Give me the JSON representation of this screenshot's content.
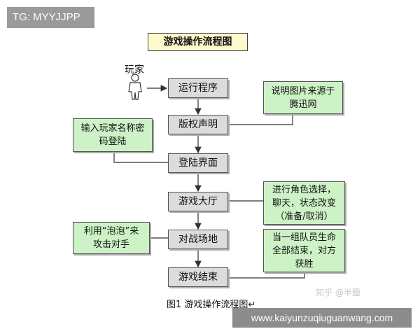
{
  "watermark_tg": "TG: MYYJJPP",
  "title": "游戏操作流程图",
  "player_label": "玩家",
  "flow_steps": [
    "运行程序",
    "版权声明",
    "登陆界面",
    "游戏大厅",
    "对战场地",
    "游戏结束"
  ],
  "notes": {
    "source": [
      "说明图片来源于",
      "腾迅网"
    ],
    "login_input": [
      "输入玩家名称密",
      "码登陆"
    ],
    "lobby": [
      "进行角色选择，",
      "聊天，状态改变",
      "（准备/取消）"
    ],
    "bubble": [
      "利用“泡泡”来",
      "攻击对手"
    ],
    "end": [
      "当一组队员生命",
      "全部结束，对方",
      "获胜"
    ]
  },
  "caption": "图1 游戏操作流程图↵",
  "zhihu_watermark": "知乎 @半鹽",
  "url_watermark": "www.kaiyunzuqiuguanwang.com",
  "colors": {
    "note_green": "#cdf2c6",
    "step_grey": "#dcdcdc",
    "title_yellow": "#fffacd"
  },
  "icons": [
    "person-icon"
  ]
}
